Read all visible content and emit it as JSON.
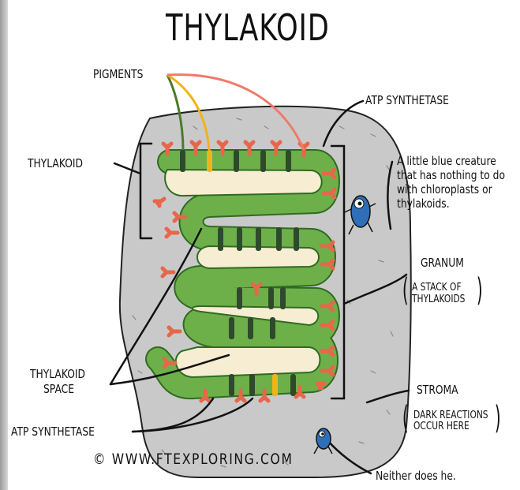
{
  "title": "THYLAKOID",
  "labels": {
    "pigments": "PIGMENTS",
    "atp_synthetase_top": "ATP SYNTHETASE",
    "thylakoid": "THYLAKOID",
    "creature_note": [
      "A little blue creature",
      "that has nothing to do",
      "with chloroplasts or",
      "thylakoids."
    ],
    "granum": "GRANUM",
    "granum_desc": [
      "A STACK OF",
      "THYLAKOIDS"
    ],
    "thylakoid_space": [
      "THYLAKOID",
      "SPACE"
    ],
    "stroma": "STROMA",
    "stroma_desc": [
      "DARK REACTIONS",
      "OCCUR HERE"
    ],
    "atp_synthetase_bottom": "ATP SYNTHETASE",
    "copyright": "© WWW.FTEXPLORING.COM",
    "neither_note": "Neither does he."
  },
  "colors": {
    "stroma": "#c9c9c9",
    "membrane": "#6db04a",
    "membrane_dark": "#2f6b22",
    "lumen": "#f7edd2",
    "atp_synthetase": "#e8664a",
    "pigment_dark": "#2f4a2a",
    "pigment_yellow": "#f2b21c",
    "pigment_green_line": "#4d7a2b",
    "pigment_orange_line": "#f2b21c",
    "pigment_red_line": "#ef7a6a",
    "creature": "#2f6fb8"
  }
}
